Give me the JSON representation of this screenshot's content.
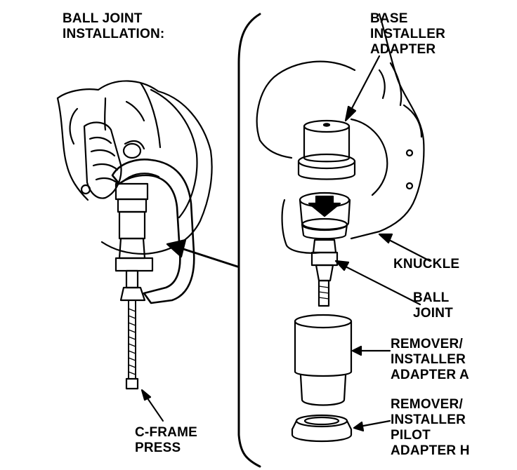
{
  "title": [
    "BALL JOINT",
    "INSTALLATION:"
  ],
  "labels": {
    "base_installer_adapter": [
      "BASE",
      "INSTALLER",
      "ADAPTER"
    ],
    "knuckle": [
      "KNUCKLE"
    ],
    "ball_joint": [
      "BALL",
      "JOINT"
    ],
    "remover_installer_adapter_a": [
      "REMOVER/",
      "INSTALLER",
      "ADAPTER A"
    ],
    "remover_installer_pilot_adapter_h": [
      "REMOVER/",
      "INSTALLER",
      "PILOT",
      "ADAPTER H"
    ],
    "c_frame_press": [
      "C-FRAME",
      "PRESS"
    ]
  },
  "colors": {
    "ink": "#000000",
    "paper": "#ffffff"
  }
}
